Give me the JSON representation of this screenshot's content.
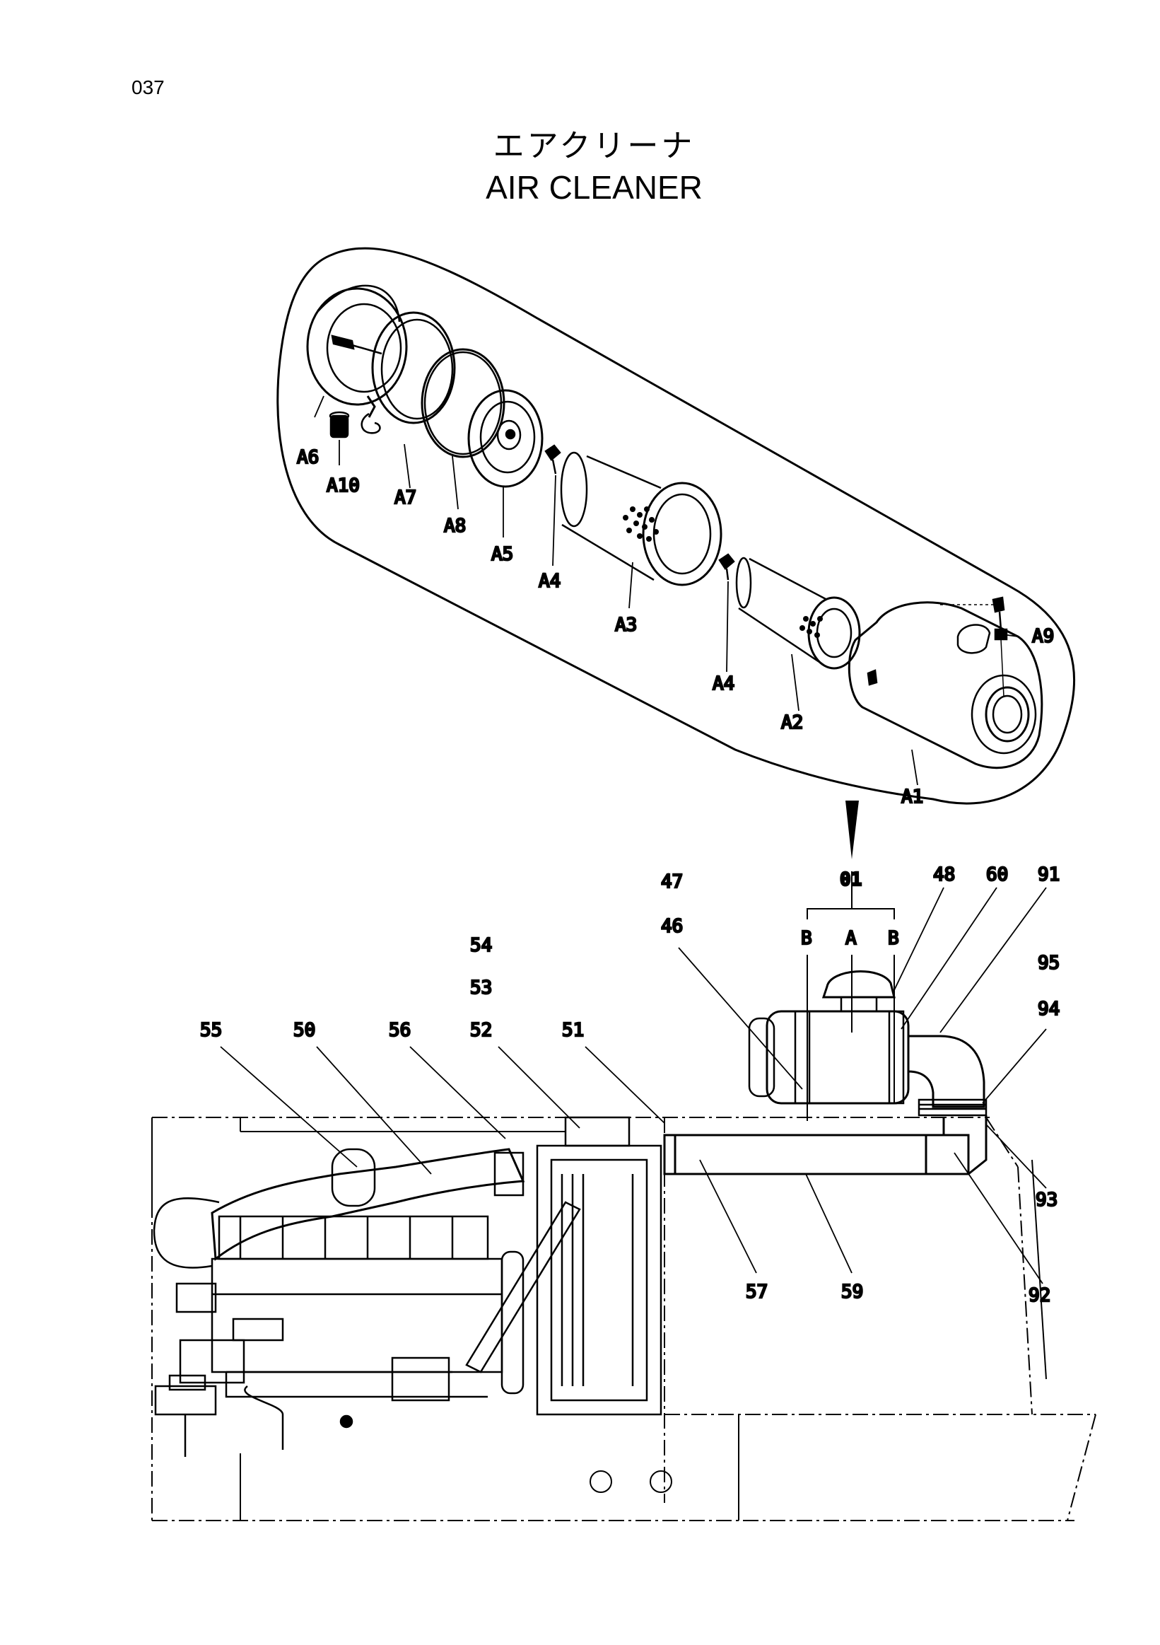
{
  "page_number": "037",
  "title": {
    "japanese": "エアクリーナ",
    "english": "AIR CLEANER"
  },
  "detail_callouts": {
    "A1": "A1",
    "A2": "A2",
    "A3": "A3",
    "A4_upper": "A4",
    "A4_lower": "A4",
    "A5": "A5",
    "A6": "A6",
    "A7": "A7",
    "A8": "A8",
    "A9": "A9",
    "A10": "A10"
  },
  "assembly": {
    "id": "01",
    "center": "A",
    "left": "B",
    "right": "B"
  },
  "callouts": {
    "c47": "47",
    "c46": "46",
    "c48": "48",
    "c60": "60",
    "c91": "91",
    "c95": "95",
    "c94": "94",
    "c54": "54",
    "c53": "53",
    "c55": "55",
    "c50": "50",
    "c56": "56",
    "c52": "52",
    "c51": "51",
    "c93": "93",
    "c57": "57",
    "c59": "59",
    "c92": "92"
  }
}
